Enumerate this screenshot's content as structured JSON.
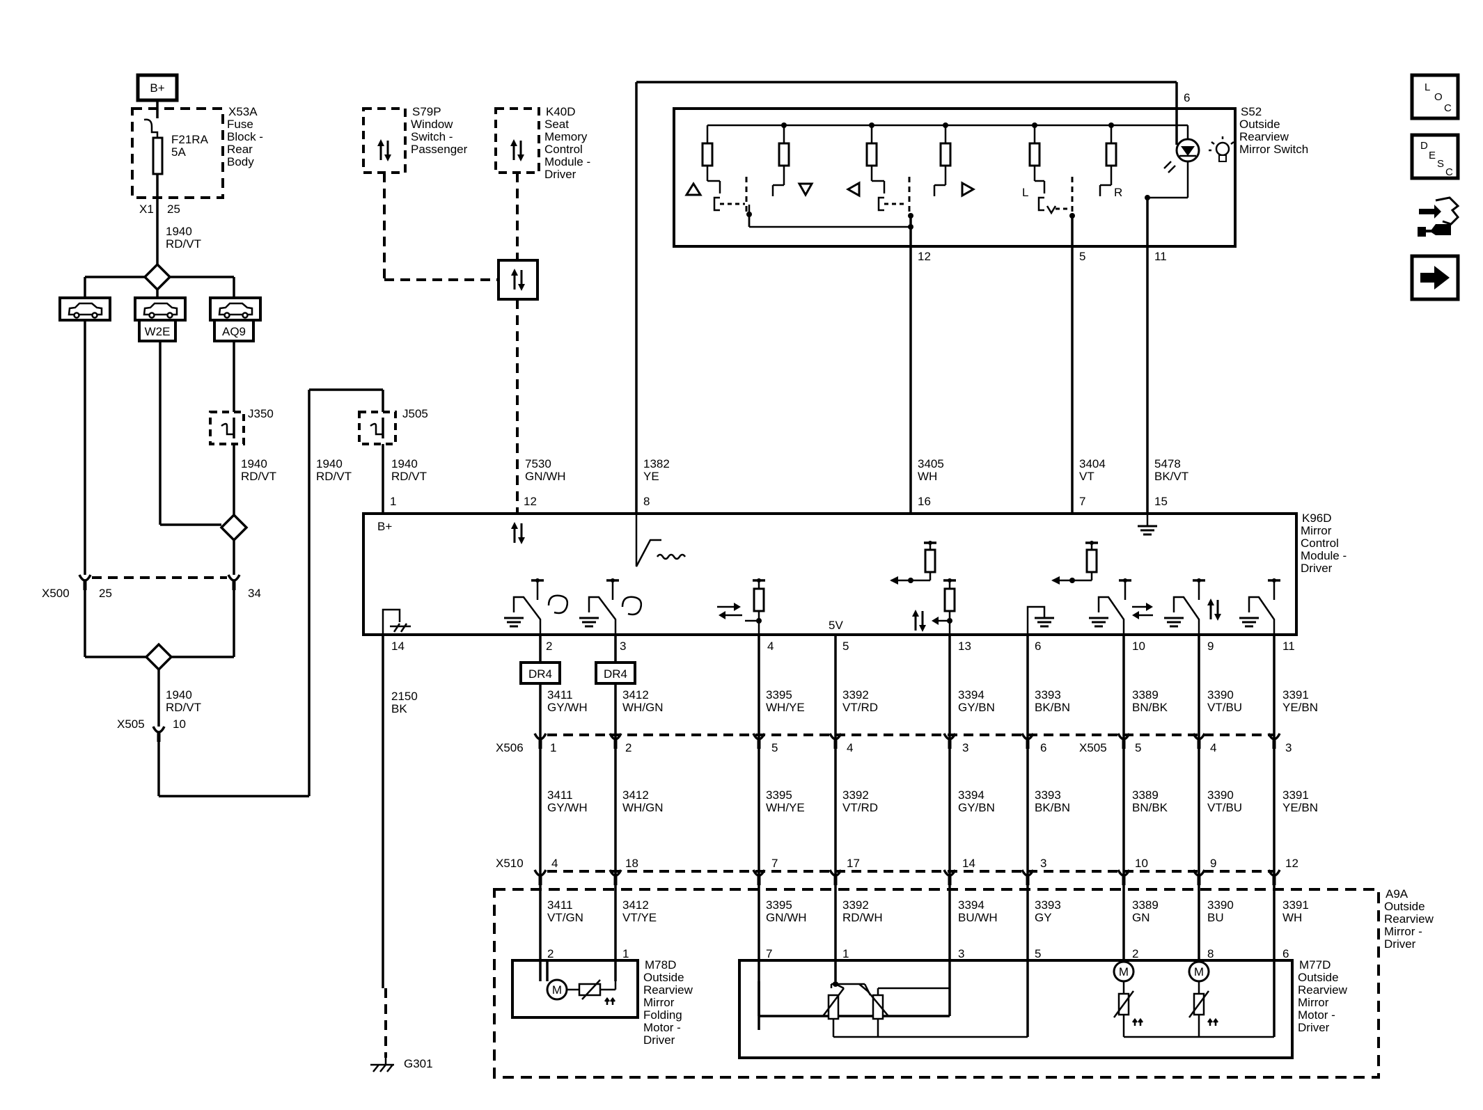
{
  "power": {
    "bplus": "B+"
  },
  "fuse_block": {
    "id": "X53A",
    "name": "Fuse Block - Rear Body",
    "fuse_id": "F21RA",
    "fuse_rating": "5A",
    "connector": "X1",
    "pin": "25"
  },
  "wire_1940": {
    "num": "1940",
    "color": "RD/VT"
  },
  "options": {
    "w2e": "W2E",
    "aq9": "AQ9"
  },
  "splices": {
    "j350": "J350",
    "j505": "J505"
  },
  "s79p": {
    "id": "S79P",
    "name": "Window Switch - Passenger"
  },
  "k40d": {
    "id": "K40D",
    "name": "Seat Memory Control Module - Driver"
  },
  "s52": {
    "id": "S52",
    "name": "Outside Rearview Mirror Switch",
    "pin_top": "6",
    "pin12": "12",
    "pin5": "5",
    "pin11": "11",
    "label_l": "L",
    "label_r": "R"
  },
  "k96d": {
    "id": "K96D",
    "name": "Mirror Control Module - Driver",
    "bplus": "B+",
    "five_v": "5V",
    "top_pins": [
      "1",
      "12",
      "8",
      "16",
      "7",
      "15"
    ],
    "top_wires": [
      {
        "num": "7530",
        "color": "GN/WH"
      },
      {
        "num": "1382",
        "color": "YE"
      },
      {
        "num": "3405",
        "color": "WH"
      },
      {
        "num": "3404",
        "color": "VT"
      },
      {
        "num": "5478",
        "color": "BK/VT"
      }
    ],
    "bottom_pins": [
      "14",
      "2",
      "3",
      "4",
      "5",
      "13",
      "6",
      "10",
      "9",
      "11"
    ]
  },
  "ground_wire": {
    "num": "2150",
    "color": "BK"
  },
  "ground": "G301",
  "dr4": "DR4",
  "x500": {
    "id": "X500",
    "pin_a": "25",
    "pin_b": "34"
  },
  "x505_left": {
    "id": "X505",
    "pin": "10"
  },
  "x506": {
    "id": "X506",
    "pins": [
      "1",
      "2",
      "5",
      "4",
      "3",
      "6"
    ]
  },
  "x505_right": {
    "id": "X505",
    "pins": [
      "5",
      "4",
      "3"
    ]
  },
  "x510": {
    "id": "X510",
    "pins": [
      "4",
      "18",
      "7",
      "17",
      "14",
      "3",
      "10",
      "9",
      "12"
    ]
  },
  "mid_wires": [
    {
      "num": "3411",
      "color": "GY/WH"
    },
    {
      "num": "3412",
      "color": "WH/GN"
    },
    {
      "num": "3395",
      "color": "WH/YE"
    },
    {
      "num": "3392",
      "color": "VT/RD"
    },
    {
      "num": "3394",
      "color": "GY/BN"
    },
    {
      "num": "3393",
      "color": "BK/BN"
    },
    {
      "num": "3389",
      "color": "BN/BK"
    },
    {
      "num": "3390",
      "color": "VT/BU"
    },
    {
      "num": "3391",
      "color": "YE/BN"
    }
  ],
  "lower_wires": [
    {
      "num": "3411",
      "color": "VT/GN"
    },
    {
      "num": "3412",
      "color": "VT/YE"
    },
    {
      "num": "3395",
      "color": "GN/WH"
    },
    {
      "num": "3392",
      "color": "RD/WH"
    },
    {
      "num": "3394",
      "color": "BU/WH"
    },
    {
      "num": "3393",
      "color": "GY"
    },
    {
      "num": "3389",
      "color": "GN"
    },
    {
      "num": "3390",
      "color": "BU"
    },
    {
      "num": "3391",
      "color": "WH"
    }
  ],
  "a9a": {
    "id": "A9A",
    "name": "Outside Rearview Mirror - Driver"
  },
  "m78d": {
    "id": "M78D",
    "name": "Outside Rearview Mirror Folding Motor - Driver",
    "pins": [
      "2",
      "1"
    ]
  },
  "m77d": {
    "id": "M77D",
    "name": "Outside Rearview Mirror Motor - Driver",
    "pins": [
      "7",
      "1",
      "3",
      "5",
      "2",
      "8",
      "6"
    ]
  },
  "motor_symbol": "M",
  "nav": {
    "loc": [
      "L",
      "O",
      "C"
    ],
    "desc": [
      "D",
      "E",
      "S",
      "C"
    ]
  }
}
